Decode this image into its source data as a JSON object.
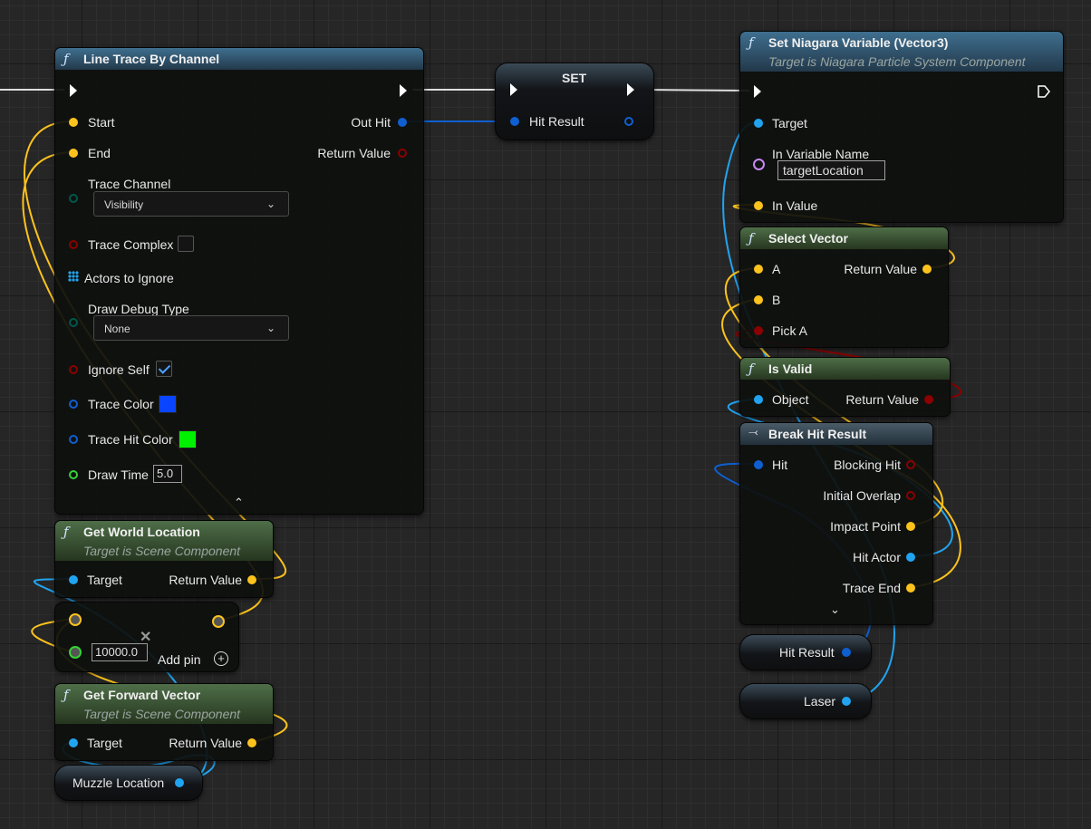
{
  "colors": {
    "exec": "#ffffff",
    "vector": "#fcc31d",
    "object": "#21a4f0",
    "struct": "#0f5fd1",
    "bool": "#8b0000",
    "name": "#c789f5",
    "enum": "#00584b",
    "float": "#35d335",
    "trace_color": "#0a44ff",
    "trace_hit_color": "#00f000"
  },
  "line_trace": {
    "title": "Line Trace By Channel",
    "start": "Start",
    "end": "End",
    "out_hit": "Out Hit",
    "return_value": "Return Value",
    "trace_channel": "Trace Channel",
    "trace_channel_value": "Visibility",
    "trace_complex": "Trace Complex",
    "actors_to_ignore": "Actors to Ignore",
    "draw_debug_type": "Draw Debug Type",
    "draw_debug_value": "None",
    "ignore_self": "Ignore Self",
    "trace_color": "Trace Color",
    "trace_hit_color": "Trace Hit Color",
    "draw_time": "Draw Time",
    "draw_time_value": "5.0"
  },
  "set_node": {
    "title": "SET",
    "hit_result": "Hit Result"
  },
  "set_niagara": {
    "title": "Set Niagara Variable (Vector3)",
    "subtitle": "Target is Niagara Particle System Component",
    "target": "Target",
    "in_variable_name": "In Variable Name",
    "variable_value": "targetLocation",
    "in_value": "In Value"
  },
  "select_vector": {
    "title": "Select Vector",
    "a": "A",
    "b": "B",
    "pick_a": "Pick A",
    "return_value": "Return Value"
  },
  "is_valid": {
    "title": "Is Valid",
    "object": "Object",
    "return_value": "Return Value"
  },
  "break_hit": {
    "title": "Break Hit Result",
    "hit": "Hit",
    "blocking_hit": "Blocking Hit",
    "initial_overlap": "Initial Overlap",
    "impact_point": "Impact Point",
    "hit_actor": "Hit Actor",
    "trace_end": "Trace End"
  },
  "get_world_location": {
    "title": "Get World Location",
    "subtitle": "Target is Scene Component",
    "target": "Target",
    "return_value": "Return Value"
  },
  "multiply": {
    "value": "10000.0",
    "add_pin": "Add pin"
  },
  "get_forward_vector": {
    "title": "Get Forward Vector",
    "subtitle": "Target is Scene Component",
    "target": "Target",
    "return_value": "Return Value"
  },
  "variables": {
    "muzzle_location": "Muzzle Location",
    "hit_result": "Hit Result",
    "laser": "Laser"
  }
}
